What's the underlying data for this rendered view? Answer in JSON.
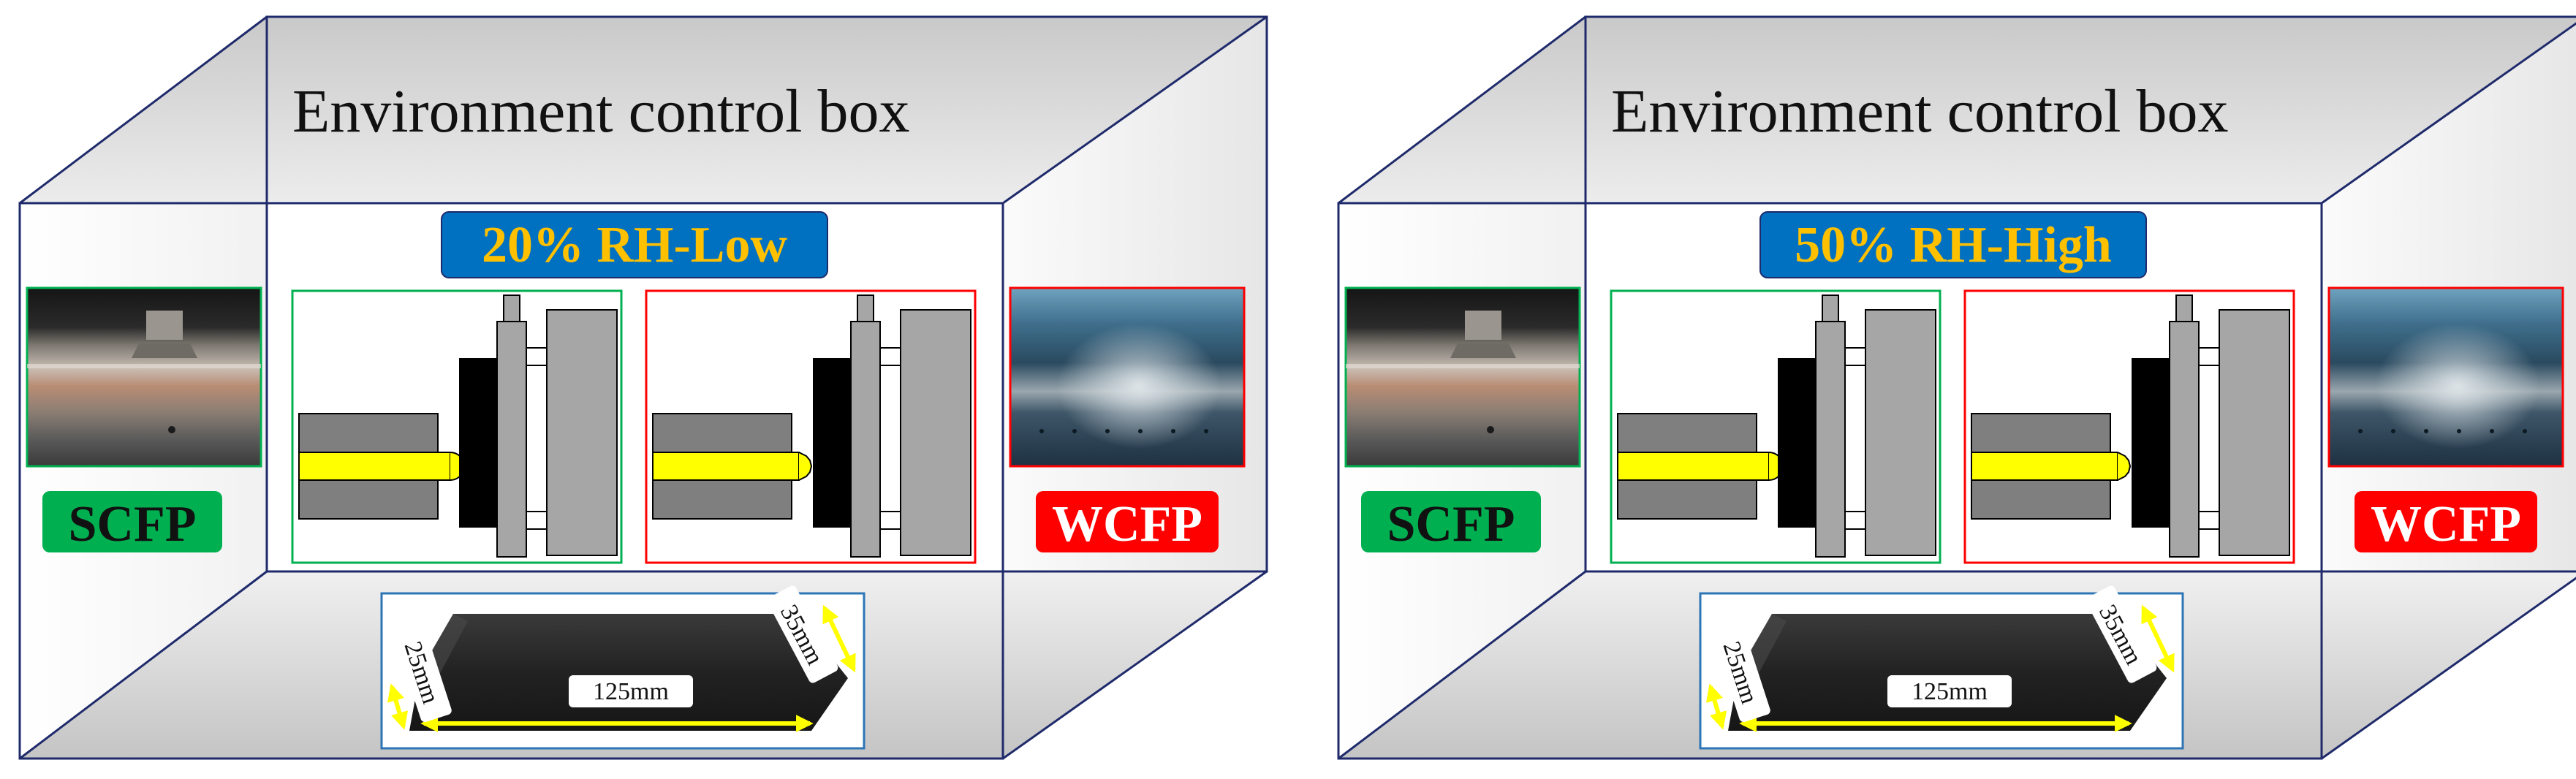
{
  "panels": [
    {
      "box_title": "Environment control box",
      "condition_label": "20% RH-Low",
      "left_tag": "SCFP",
      "right_tag": "WCFP",
      "specimen": {
        "length_label": "125mm",
        "width_label": "35mm",
        "height_label": "25mm"
      }
    },
    {
      "box_title": "Environment control box",
      "condition_label": "50% RH-High",
      "left_tag": "SCFP",
      "right_tag": "WCFP",
      "specimen": {
        "length_label": "125mm",
        "width_label": "35mm",
        "height_label": "25mm"
      }
    }
  ],
  "colors": {
    "box_edge": "#1f2a6b",
    "condition_badge_bg": "#0070c0",
    "condition_badge_text": "#ffc000",
    "scfp_tag_bg": "#00b050",
    "scfp_frame": "#00b050",
    "wcfp_tag_bg": "#ff0000",
    "wcfp_frame": "#ff0000",
    "probe_yellow": "#ffff00",
    "dim_arrow_yellow": "#ffff00",
    "specimen_frame": "#2e75b6"
  }
}
